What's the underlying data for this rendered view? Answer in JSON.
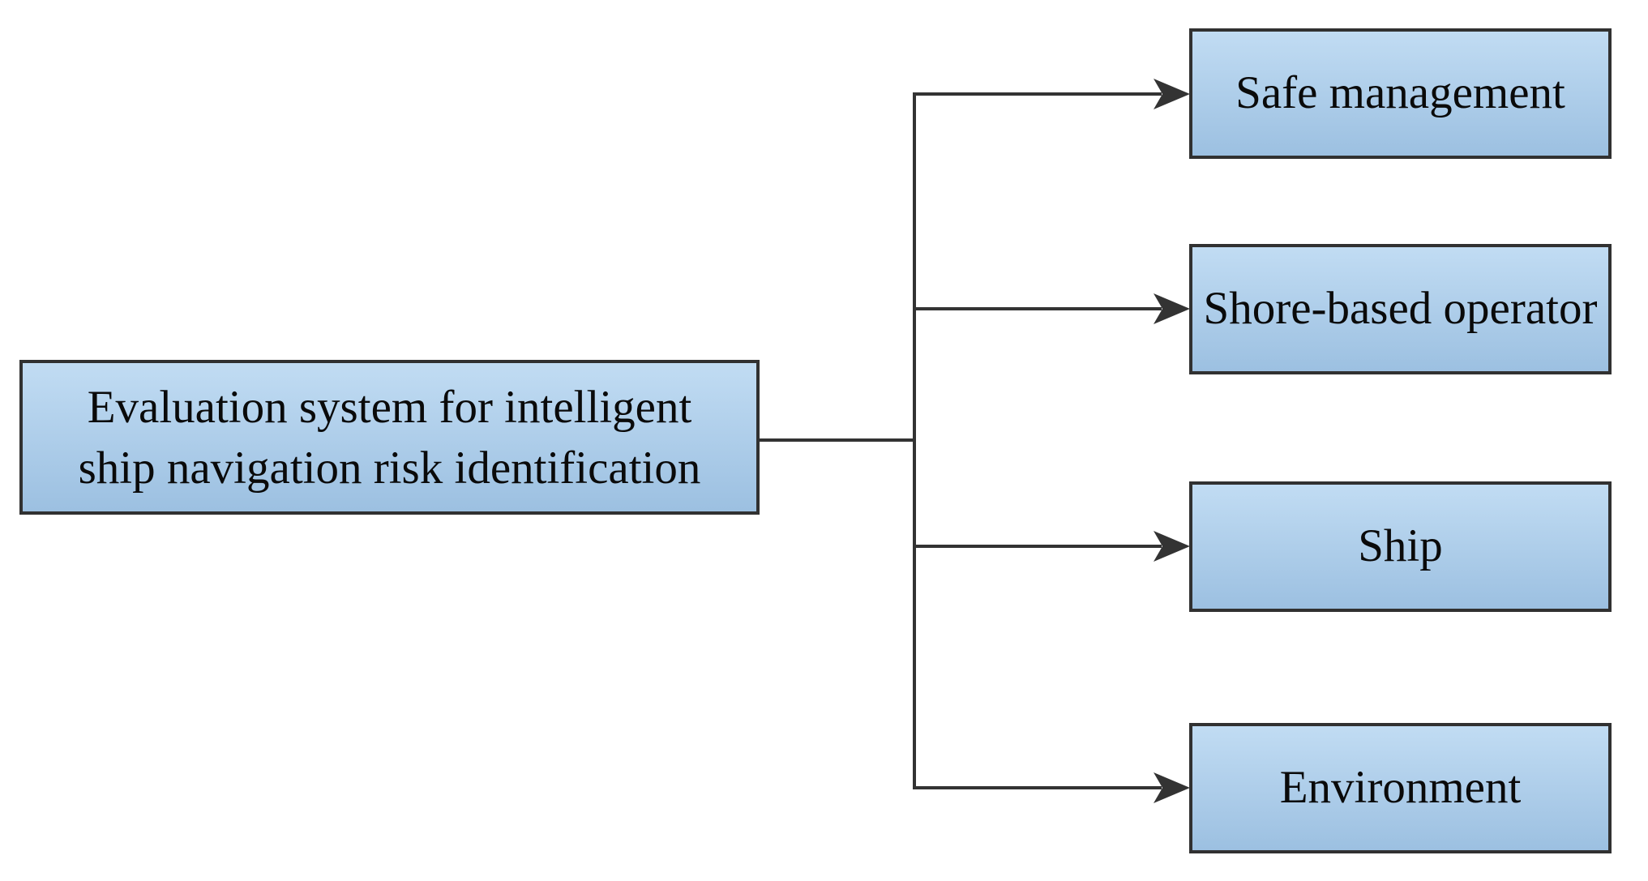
{
  "figure": {
    "root": {
      "label": "Evaluation system for intelligent ship navigation risk identification",
      "label_lines": [
        "Evaluation system for intelligent",
        "ship navigation risk identification"
      ]
    },
    "children": [
      {
        "label": "Safe management"
      },
      {
        "label": "Shore-based operator"
      },
      {
        "label": "Ship"
      },
      {
        "label": "Environment"
      }
    ]
  },
  "colors": {
    "background": "#ffffff",
    "box_fill_top": "#c1dcf3",
    "box_fill_bottom": "#9cc0e1",
    "box_border": "#313131",
    "connector": "#333333",
    "text": "#0a0a0a"
  }
}
